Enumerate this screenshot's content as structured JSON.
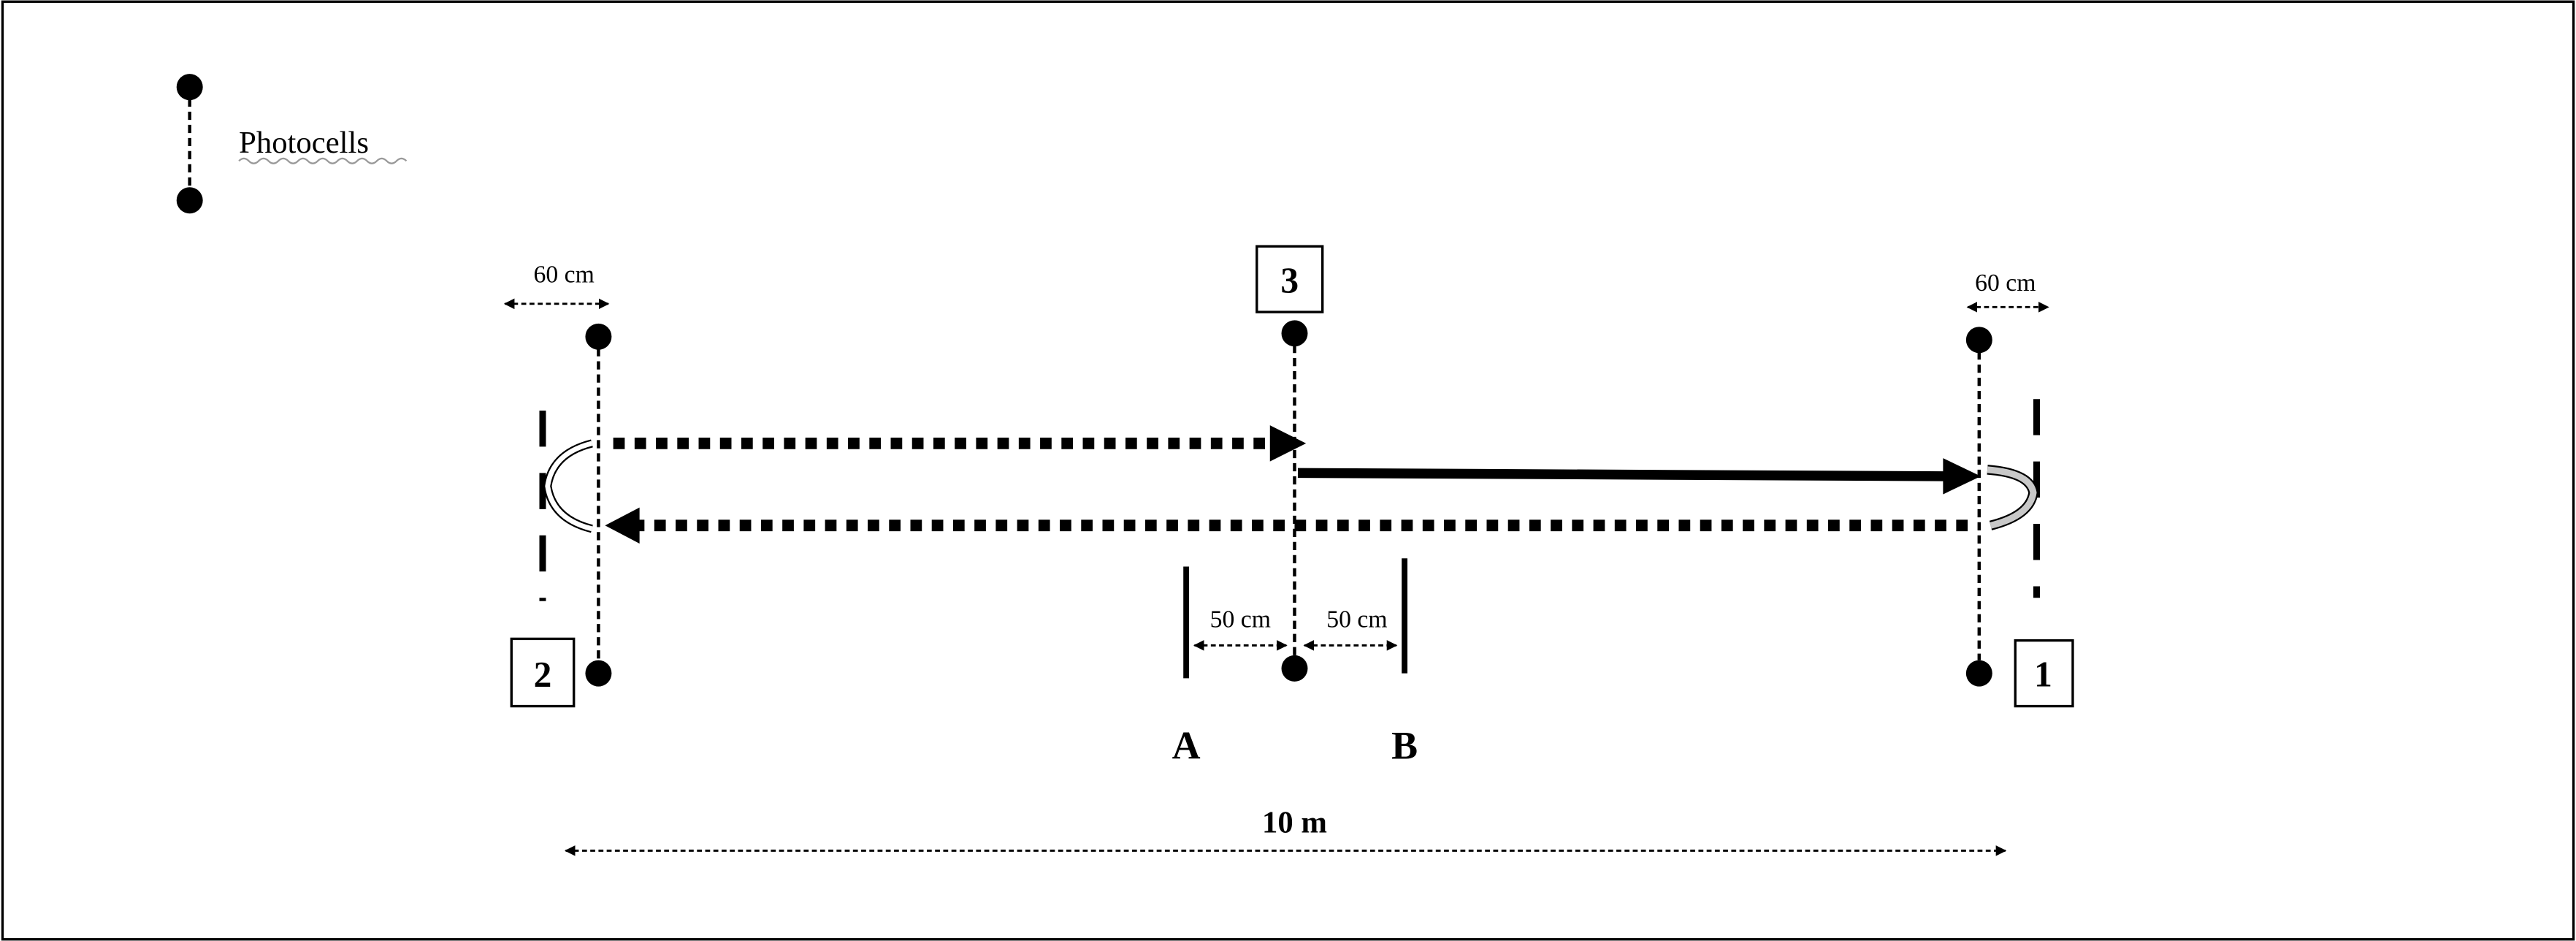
{
  "legend": {
    "label": "Photocells"
  },
  "gates": {
    "gate1": "1",
    "gate2": "2",
    "gate3": "3"
  },
  "dimensions": {
    "left_offset": "60 cm",
    "right_offset": "60 cm",
    "a_offset": "50 cm",
    "b_offset": "50 cm",
    "total_distance": "10 m"
  },
  "markers": {
    "a": "A",
    "b": "B"
  },
  "colors": {
    "ink": "#000000",
    "background": "#ffffff",
    "turn_fill": "#c8c8c8"
  }
}
